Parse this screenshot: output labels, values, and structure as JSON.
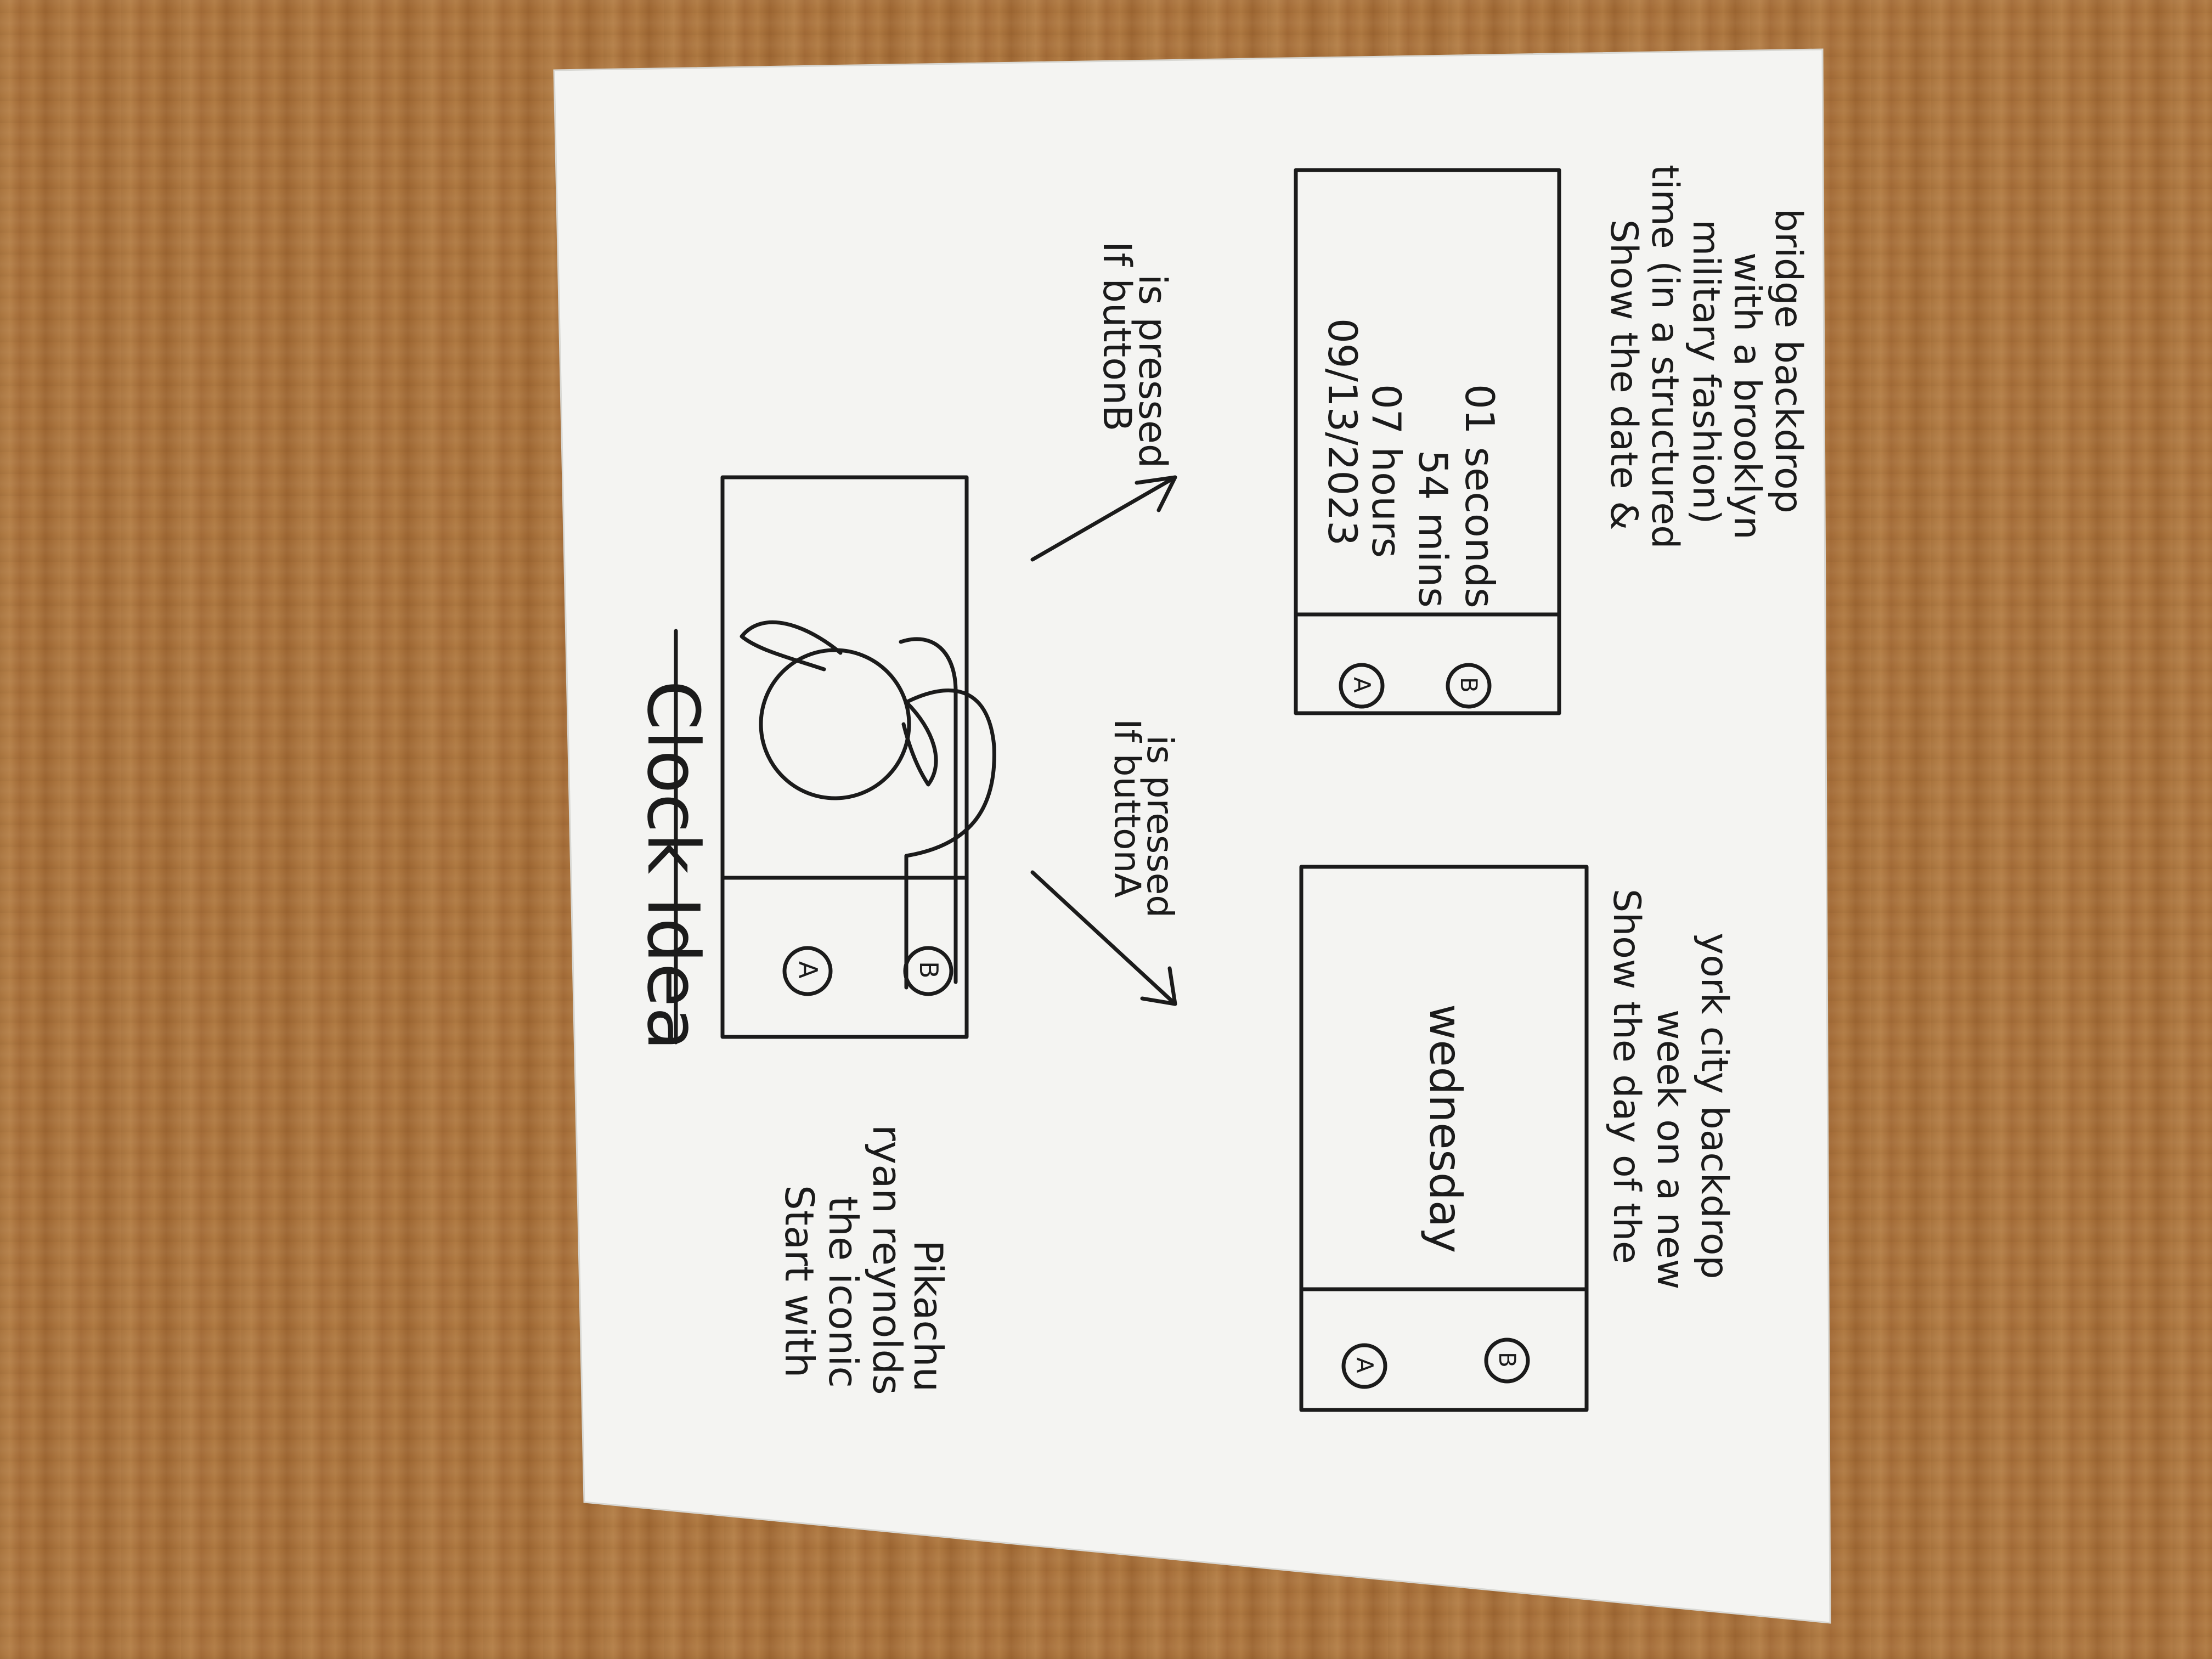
{
  "title": "Clock Idea",
  "intro_note": [
    "Start with",
    "the iconic",
    "ryan reynolds",
    "Pikachu"
  ],
  "arrow_a_label": [
    "If buttonA",
    "is pressed"
  ],
  "arrow_b_label": [
    "If buttonB",
    "is pressed"
  ],
  "screens": {
    "start": {
      "button_a": "A",
      "button_b": "B"
    },
    "day": {
      "button_a": "A",
      "button_b": "B",
      "display_text": "wednesday"
    },
    "datetime": {
      "button_a": "A",
      "button_b": "B",
      "lines": [
        "09/13/2023",
        "07 hours",
        "54 mins",
        "01 seconds"
      ]
    }
  },
  "day_note": [
    "Show the day of the",
    "week on a new",
    "york city backdrop"
  ],
  "datetime_note": [
    "Show the date &",
    "time (in a structured",
    "military fashion)",
    "with a brooklyn",
    "bridge backdrop"
  ],
  "colors": {
    "paper": "#f4f4f2",
    "ink": "#1b1b1b",
    "wood": "#a9743e"
  }
}
